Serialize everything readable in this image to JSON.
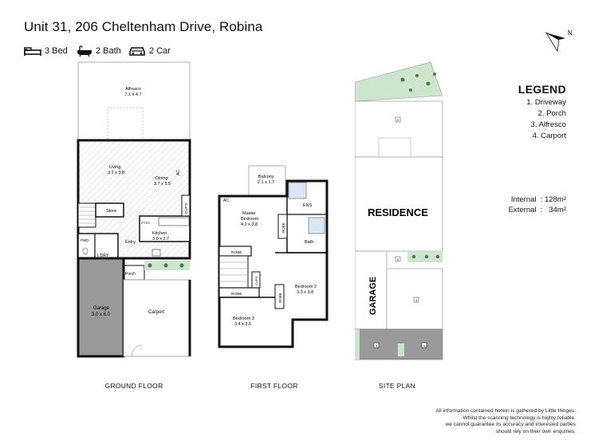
{
  "title": "Unit 31, 206 Cheltenham Drive, Robina",
  "features": [
    {
      "icon": "bed-icon",
      "label": "3 Bed"
    },
    {
      "icon": "bath-icon",
      "label": "2 Bath"
    },
    {
      "icon": "car-icon",
      "label": "2 Car"
    }
  ],
  "compass_label": "N",
  "legend": {
    "title": "LEGEND",
    "items": [
      "1. Driveway",
      "2. Porch",
      "3. Alfresco",
      "4. Carport"
    ]
  },
  "areas": {
    "internal": "Internal  : 128m²",
    "external": "External  :   34m²"
  },
  "ground_floor": {
    "label": "GROUND FLOOR",
    "rooms": {
      "alfresco": "Alfresco",
      "alfresco_dim": "7.1 x 4.7",
      "living": "Living",
      "living_dim": "3.2 x 3.8",
      "dining": "Dining",
      "dining_dim": "3.7 x 5.5",
      "store": "Store",
      "kitchen": "Kitchen",
      "kitchen_dim": "3.0 x 2.7",
      "entry": "Entry",
      "pwd": "PWD",
      "ldry": "L'DRY",
      "porch": "Porch",
      "garage": "Garage",
      "garage_dim": "3.0 x 6.0",
      "carport": "Carport",
      "ptry": "P'TRY",
      "ac": "AC",
      "cupd": "CUP'D"
    }
  },
  "first_floor": {
    "label": "FIRST FLOOR",
    "rooms": {
      "balcony": "Balcony",
      "balcony_dim": "2.1 x 1.7",
      "master": "Master",
      "master2": "Bedroom",
      "master_dim": "4.2 x 3.8",
      "ens": "ENS",
      "bath": "Bath",
      "robe": "ROBE",
      "bed2": "Bedroom 2",
      "bed2_dim": "3.3 x 3.8",
      "bed3": "Bedroom 3",
      "bed3_dim": "3.4 x 3.6",
      "cupd": "CUP'D",
      "ac": "AC"
    }
  },
  "site_plan": {
    "label": "SITE PLAN",
    "residence": "RESIDENCE",
    "garage": "GARAGE",
    "markers": [
      "1",
      "1",
      "2",
      "3",
      "4"
    ]
  },
  "disclaimer": [
    "All information contained herein is gathered by Little Hinges.",
    "Whilst the scanning technology is highly reliable,",
    "we cannot guarantee its accuracy and interested parties",
    "should rely on their own enquiries."
  ]
}
